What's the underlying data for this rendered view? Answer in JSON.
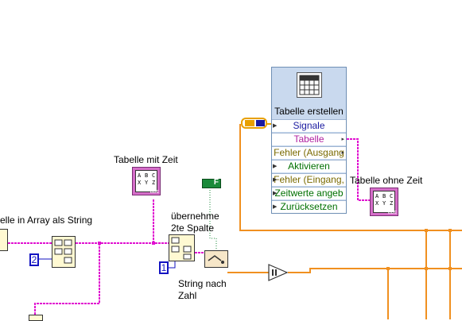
{
  "labels": {
    "table_with_time": "Tabelle mit Zeit",
    "table_to_array": "elle in Array als String",
    "take_second_col_1": "übernehme",
    "take_second_col_2": "2te Spalte",
    "string_to_number_1": "String nach",
    "string_to_number_2": "Zahl",
    "table_without_time": "Tabelle ohne Zeit"
  },
  "express_vi": {
    "title": "Tabelle erstellen",
    "terminals": [
      {
        "label": "Signale",
        "color": "#1a1aa0",
        "arrow": "▶",
        "expand": ""
      },
      {
        "label": "Tabelle",
        "color": "#b020a0",
        "arrow": "",
        "expand": "▸"
      },
      {
        "label": "Fehler (Ausgang",
        "color": "#7a6a00",
        "arrow": "",
        "expand": "▸"
      },
      {
        "label": "Aktivieren",
        "color": "#007000",
        "arrow": "▶",
        "expand": ""
      },
      {
        "label": "Fehler (Eingang,",
        "color": "#7a6a00",
        "arrow": "▶",
        "expand": ""
      },
      {
        "label": "Zeitwerte angeb",
        "color": "#007000",
        "arrow": "▶",
        "expand": ""
      },
      {
        "label": "Zurücksetzen",
        "color": "#007000",
        "arrow": "▶",
        "expand": ""
      }
    ]
  },
  "constants": {
    "index_a": "2",
    "index_b": "1",
    "bool_false": "F"
  },
  "table_cells": [
    "A",
    "B",
    "C",
    "X",
    "Y",
    "Z"
  ],
  "table_suffix": "abc",
  "colors": {
    "string_wire": "#e010d0",
    "number_wire": "#f09020",
    "bool_wire": "#1a8a3a",
    "express_bg": "#c9d9ee"
  }
}
